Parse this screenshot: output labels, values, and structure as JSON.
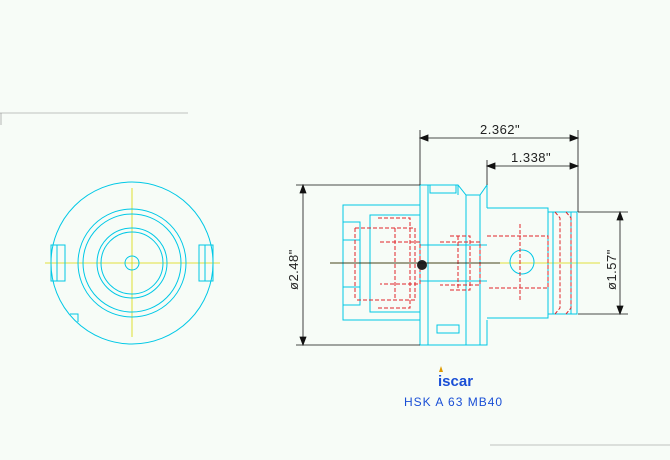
{
  "drawing": {
    "dimensions": {
      "overall_length": "2.362\"",
      "shank_length": "1.338\"",
      "flange_diameter": "ø2.48\"",
      "bore_diameter": "ø1.57\""
    },
    "logo_text": "iscar",
    "model": "HSK A 63 MB40"
  },
  "colors": {
    "outline": "#00c8e6",
    "hidden": "#e0242a",
    "center": "#d8d800",
    "dimension": "#111111",
    "model_text": "#1a4fd6"
  }
}
